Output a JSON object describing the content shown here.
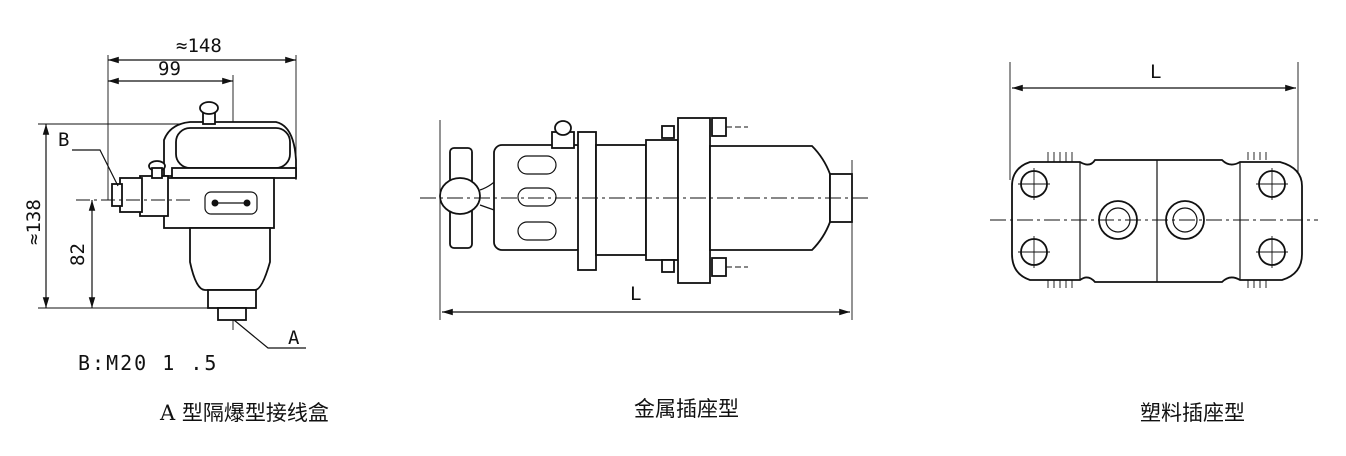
{
  "left": {
    "dims": {
      "overall_width": "≈148",
      "inner_width": "99",
      "overall_height": "≈138",
      "axis_height": "82"
    },
    "labels": {
      "b": "B",
      "a": "A"
    },
    "thread_spec": "B:M20 1 .5",
    "caption": "A 型隔爆型接线盒"
  },
  "middle": {
    "dim_length": "L",
    "caption": "金属插座型"
  },
  "right": {
    "dim_length": "L",
    "caption": "塑料插座型"
  }
}
